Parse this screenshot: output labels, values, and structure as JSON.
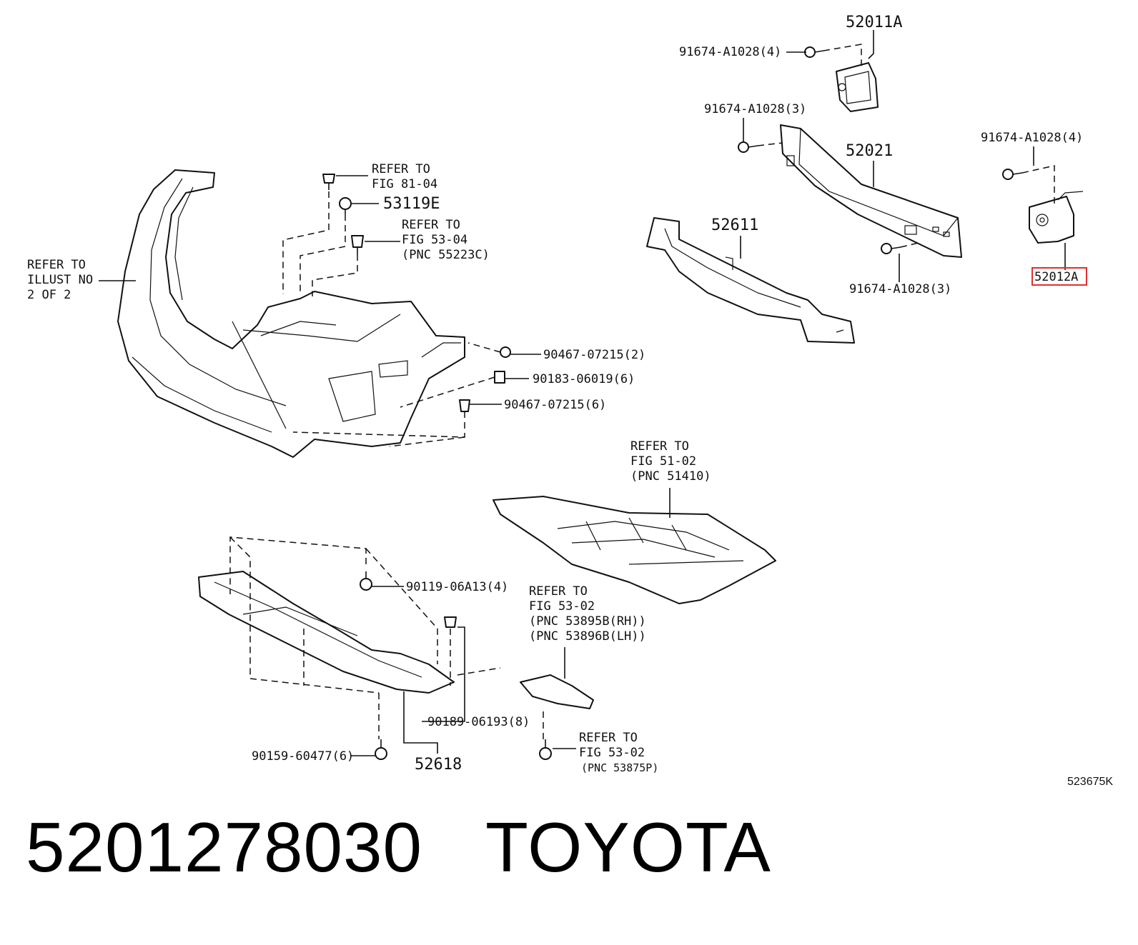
{
  "callouts": {
    "p52011a": "52011A",
    "bolt_top_a": "91674-A1028(4)",
    "bolt_mid_left": "91674-A1028(3)",
    "p52021": "52021",
    "bolt_right": "91674-A1028(4)",
    "p52611": "52611",
    "bolt_bottom": "91674-A1028(3)",
    "p52012a": "52012A",
    "refer_81_l1": "REFER TO",
    "refer_81_l2": "FIG 81-04",
    "p53119e": "53119E",
    "refer_53_04_l1": "REFER TO",
    "refer_53_04_l2": "FIG 53-04",
    "refer_53_04_l3": "(PNC 55223C)",
    "illust_l1": "REFER TO",
    "illust_l2": "ILLUST NO",
    "illust_l3": "2 OF 2",
    "clip_a": "90467-07215(2)",
    "nut_b": "90183-06019(6)",
    "clip_c": "90467-07215(6)",
    "refer_51_l1": "REFER TO",
    "refer_51_l2": "FIG 51-02",
    "refer_51_l3": "(PNC 51410)",
    "screw_d": "90119-06A13(4)",
    "refer_53_02a_l1": "REFER TO",
    "refer_53_02a_l2": "FIG 53-02",
    "refer_53_02a_l3": "(PNC 53895B(RH))",
    "refer_53_02a_l4": "(PNC 53896B(LH))",
    "clip_e": "90189-06193(8)",
    "bolt_f": "90159-60477(6)",
    "p52618": "52618",
    "refer_53_02b_l1": "REFER TO",
    "refer_53_02b_l2": "FIG 53-02",
    "refer_53_02b_l3": "(PNC 53875P)"
  },
  "illustration_code": "523675K",
  "footer": {
    "part_number": "5201278030",
    "brand": "TOYOTA"
  },
  "highlight_color": "#e03030"
}
